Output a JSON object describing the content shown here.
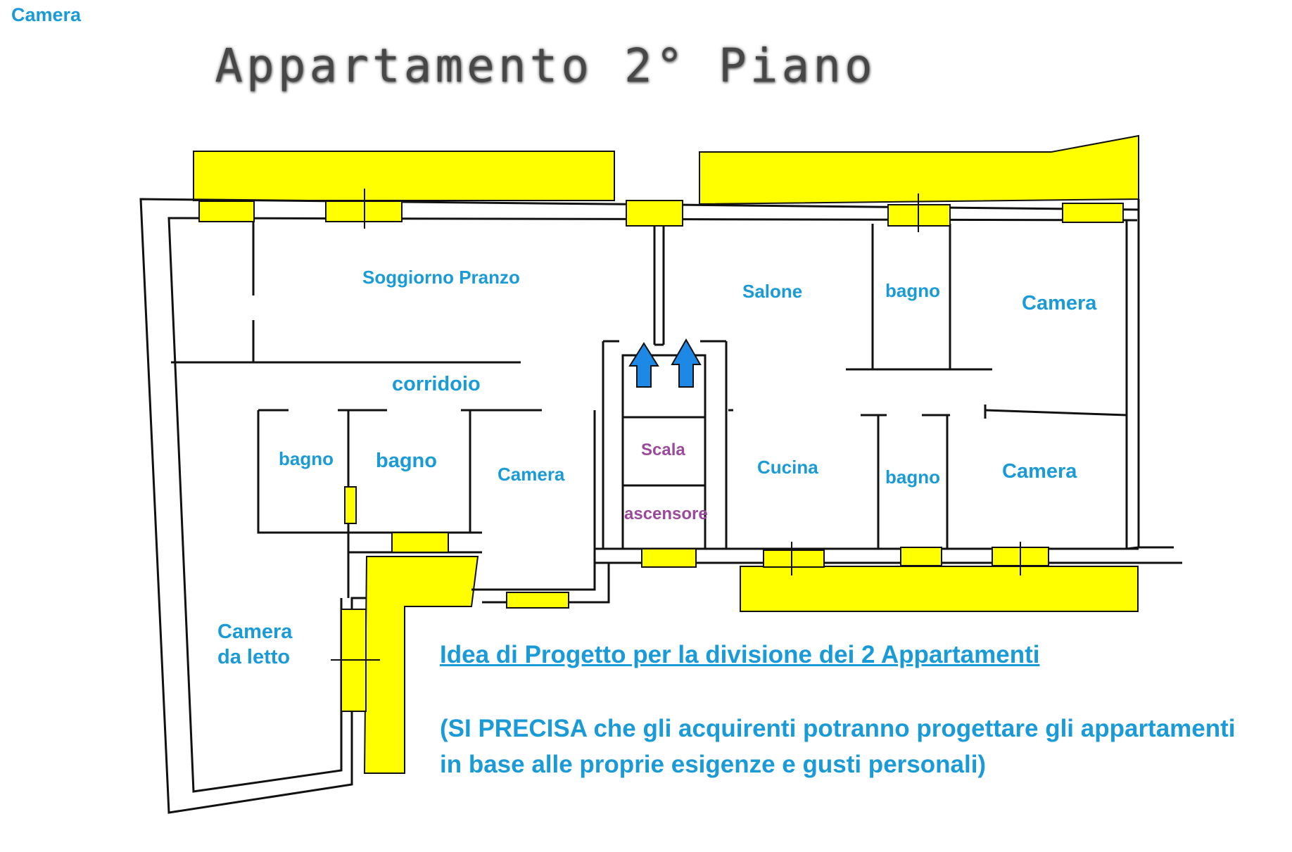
{
  "corner_label": "Camera",
  "title": "Appartamento 2° Piano",
  "rooms": {
    "soggiorno": "Soggiorno Pranzo",
    "salone": "Salone",
    "bagno_top": "bagno",
    "camera_top_right": "Camera",
    "corridoio": "corridoio",
    "bagno_left": "bagno",
    "bagno_mid": "bagno",
    "camera_mid": "Camera",
    "scala": "Scala",
    "ascensore": "ascensore",
    "cucina": "Cucina",
    "bagno_right": "bagno",
    "camera_right": "Camera",
    "camera_letto_line1": "Camera",
    "camera_letto_line2": "da letto"
  },
  "note": {
    "title": "Idea di Progetto per la divisione dei 2 Appartamenti",
    "body": "(SI PRECISA che gli acquirenti potranno progettare gli appartamenti in base alle proprie esigenze e gusti personali)"
  },
  "colors": {
    "balcony": "#ffff00",
    "wall": "#111111",
    "label": "#1a9bd7",
    "stair_label": "#9b4a9b",
    "arrow": "#1e88e5"
  }
}
